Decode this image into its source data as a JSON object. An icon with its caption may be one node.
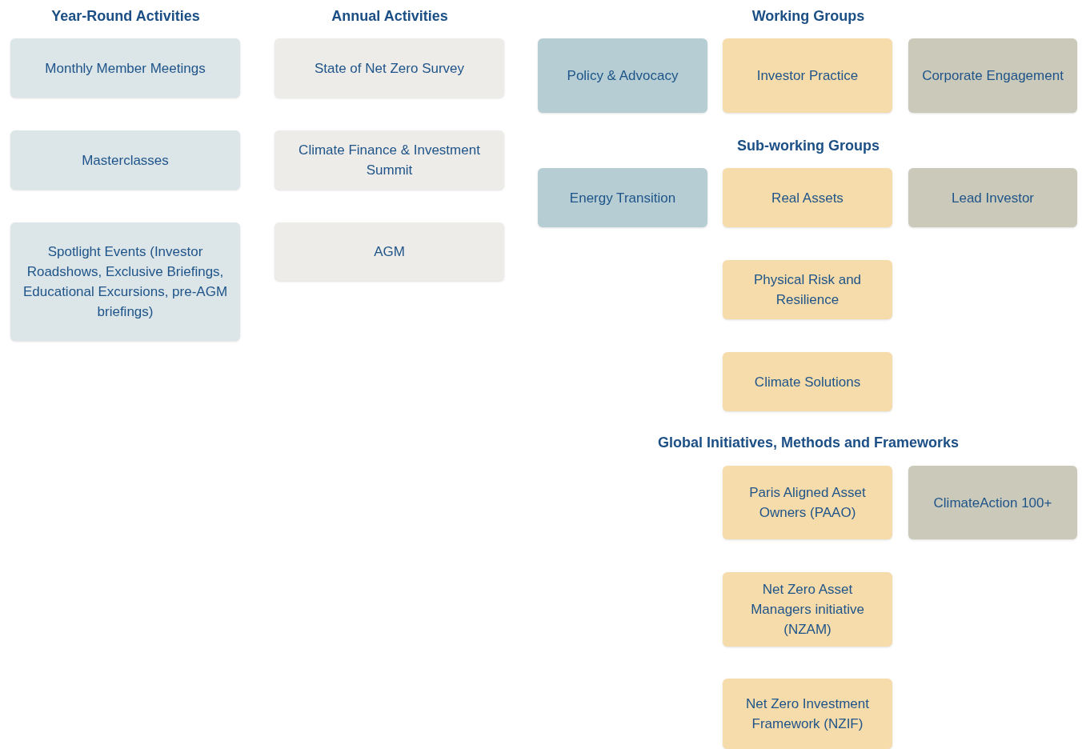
{
  "diagram": {
    "nodes": [
      {
        "text": [
          "Monthly Member Meetings"
        ]
      },
      {
        "text": [
          "Masterclasses"
        ]
      },
      {
        "text": [
          "Spotlight Events (Investor Roadshows, Exclusive Briefings, Educational Excursions, pre-AGM briefings)"
        ]
      },
      {
        "text": [
          "State of Net Zero Survey"
        ]
      },
      {
        "text": [
          "Climate Finance & Investment Summit"
        ]
      },
      {
        "text": [
          "AGM"
        ]
      },
      {
        "text": [
          "Policy & Advocacy"
        ]
      },
      {
        "text": [
          "Investor Practice"
        ]
      },
      {
        "text": [
          "Corporate Engagement"
        ]
      },
      {
        "text": [
          "Energy Transition"
        ]
      },
      {
        "text": [
          "Real Assets"
        ]
      },
      {
        "text": [
          "Lead Investor"
        ]
      },
      {
        "text": [
          "Physical Risk and Resilience"
        ]
      },
      {
        "text": [
          "Climate Solutions"
        ]
      },
      {
        "text": [
          "Paris Aligned Asset Owners (PAAO)"
        ]
      },
      {
        "text": [
          "ClimateAction 100+"
        ]
      },
      {
        "text": [
          "Net Zero Asset Managers initiative (NZAM)"
        ]
      },
      {
        "text": [
          "Net Zero Investment Framework (NZIF)"
        ]
      }
    ],
    "labels": [
      "Year-Round Activities",
      "Annual Activities",
      "Working Groups",
      "Sub-working Groups",
      "Global Initiatives, Methods and Frameworks"
    ]
  }
}
